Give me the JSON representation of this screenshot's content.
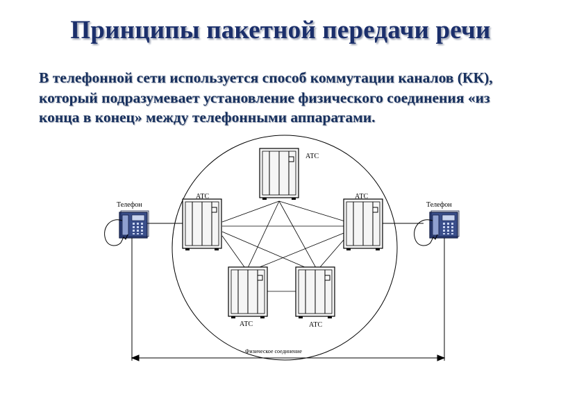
{
  "slide": {
    "title": "Принципы пакетной передачи речи",
    "body": "В телефонной сети используется способ коммутации каналов (КК), который подразумевает установление физического соединения «из конца в конец» между телефонными аппаратами."
  },
  "diagram": {
    "exchange_label": "АТС",
    "phone_left_label": "Телефон",
    "phone_right_label": "Телефон",
    "connection_label": "Физическое соединение"
  },
  "colors": {
    "title": "#1b2f6b",
    "body_text": "#17305e",
    "exchange_fill": "#f4f4f4",
    "phone_fill": "#3a4e8a"
  }
}
